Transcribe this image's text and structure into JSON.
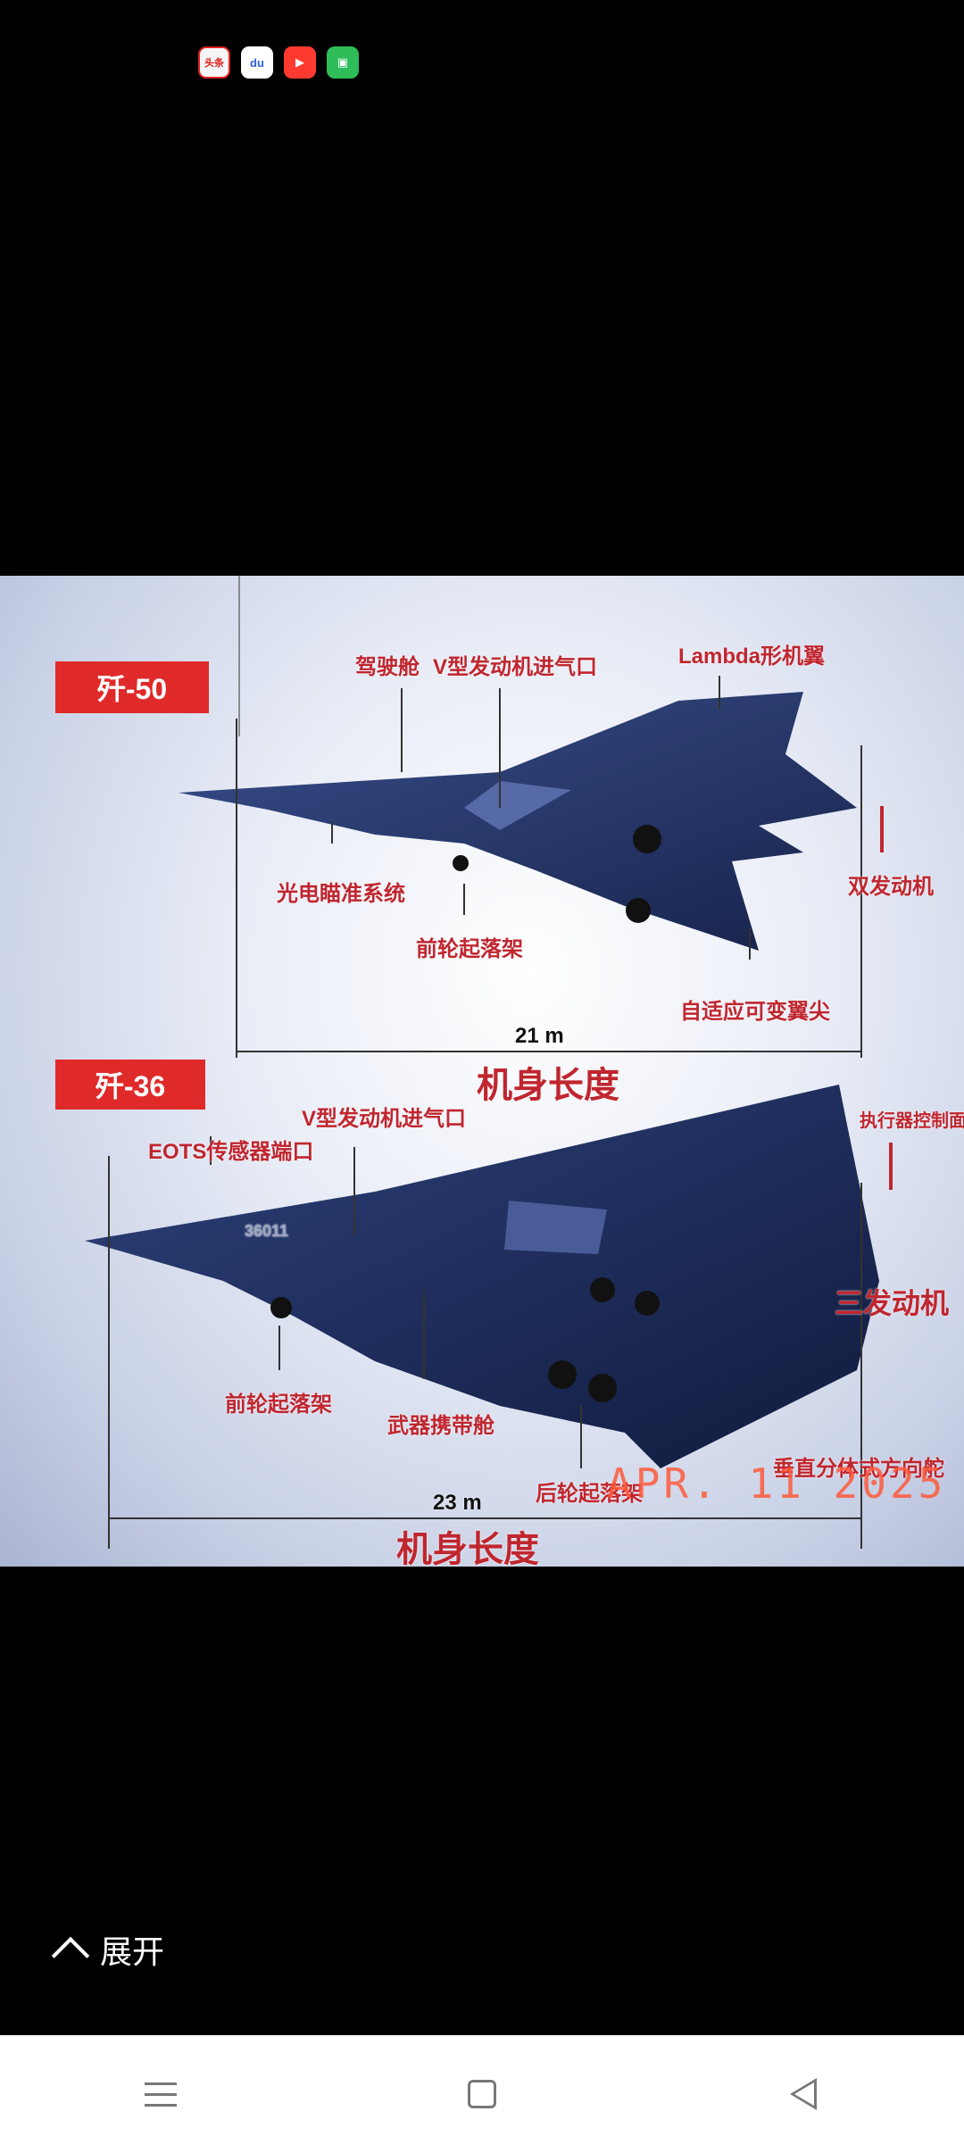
{
  "status_icons": [
    {
      "name": "toutiao-icon",
      "text": "头条"
    },
    {
      "name": "baidu-icon",
      "text": "du"
    },
    {
      "name": "video-icon",
      "text": "▶"
    },
    {
      "name": "message-icon",
      "text": "▣"
    }
  ],
  "figure": {
    "j50": {
      "title": "歼-50",
      "labels": {
        "cockpit": "驾驶舱",
        "v_intake": "V型发动机进气口",
        "lambda_wing": "Lambda形机翼",
        "eots": "光电瞄准系统",
        "twin_engine": "双发动机",
        "nose_gear": "前轮起落架",
        "adaptive_wingtip": "自适应可变翼尖"
      },
      "length_value": "21 m",
      "length_label": "机身长度"
    },
    "j36": {
      "title": "歼-36",
      "labels": {
        "v_intake": "V型发动机进气口",
        "eots_port": "EOTS传感器端口",
        "actuator_surface": "执行器控制面",
        "three_engine": "三发动机",
        "nose_gear": "前轮起落架",
        "weapons_bay": "武器携带舱",
        "rear_gear": "后轮起落架",
        "split_rudder": "垂直分体式方向舵"
      },
      "tail_number": "36011",
      "length_value": "23 m",
      "length_label": "机身长度"
    },
    "date_stamp": "APR. 11 2025"
  },
  "expand_label": "展开"
}
